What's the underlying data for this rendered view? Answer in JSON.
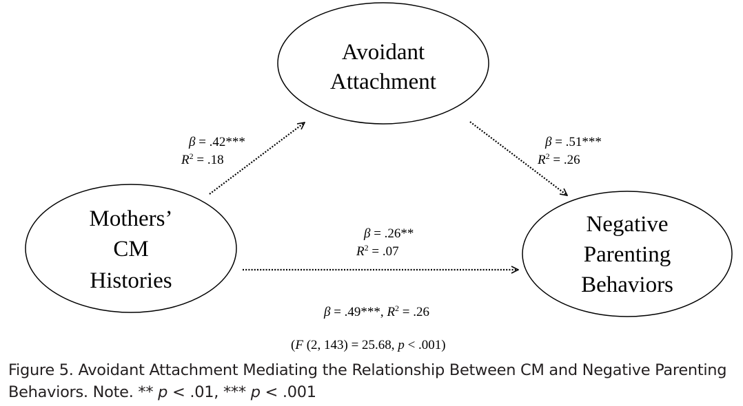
{
  "nodes": {
    "avoidant": {
      "lines": [
        "Avoidant",
        "Attachment"
      ]
    },
    "mothers": {
      "lines": [
        "Mothers’",
        "CM",
        "Histories"
      ]
    },
    "negative": {
      "lines": [
        "Negative",
        "Parenting",
        "Behaviors"
      ]
    }
  },
  "paths": {
    "a": {
      "beta_symbol": "β",
      "beta_value": " = .42***",
      "r_symbol": "R",
      "r_sup": "2",
      "r_value": " = .18"
    },
    "b": {
      "beta_symbol": "β",
      "beta_value": " = .51***",
      "r_symbol": "R",
      "r_sup": "2",
      "r_value": " = .26"
    },
    "c_prime": {
      "beta_symbol": "β",
      "beta_value": " = .26**",
      "r_symbol": "R",
      "r_sup": "2",
      "r_value": " = .07"
    },
    "total": {
      "beta_symbol": "β",
      "beta_value": " = .49***, ",
      "r_symbol": "R",
      "r_sup": "2",
      "r_value": " = .26"
    }
  },
  "model_test": {
    "open": "(",
    "f_symbol": "F",
    "df_value": " (2, 143) = 25.68, ",
    "p_symbol": "p",
    "p_value": " < .001)"
  },
  "caption": {
    "line1": "Figure 5. Avoidant Attachment Mediating the Relationship Between CM and Negative Parenting",
    "line2_prefix": "Behaviors. Note.   ** ",
    "p1": "p",
    "v1": " < .01, *** ",
    "p2": "p",
    "v2": " < .001"
  }
}
